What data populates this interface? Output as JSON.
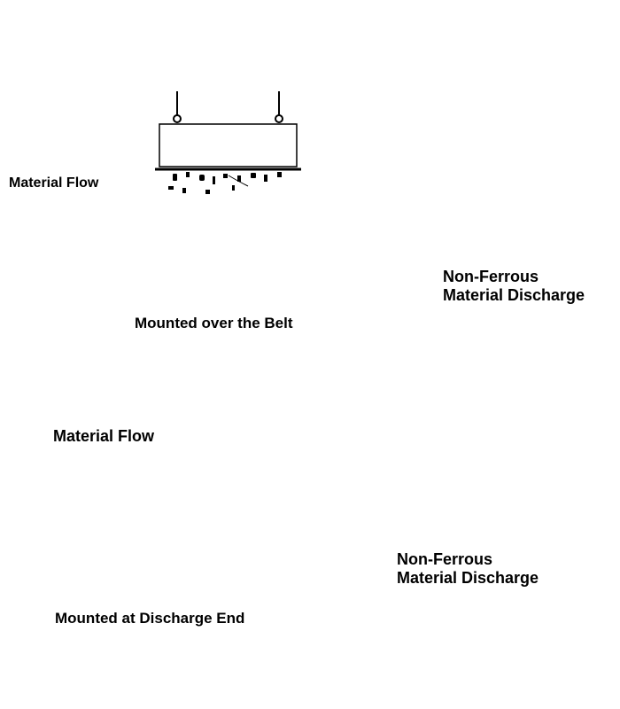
{
  "diagram_top": {
    "flow_label": "Material Flow",
    "discharge_label_line1": "Non-Ferrous",
    "discharge_label_line2": "Material Discharge",
    "caption": "Mounted over the Belt"
  },
  "diagram_bottom": {
    "flow_label": "Material Flow",
    "discharge_label_line1": "Non-Ferrous",
    "discharge_label_line2": "Material Discharge",
    "caption": "Mounted at Discharge End"
  },
  "colors": {
    "ink": "#000000",
    "paper": "#ffffff"
  }
}
